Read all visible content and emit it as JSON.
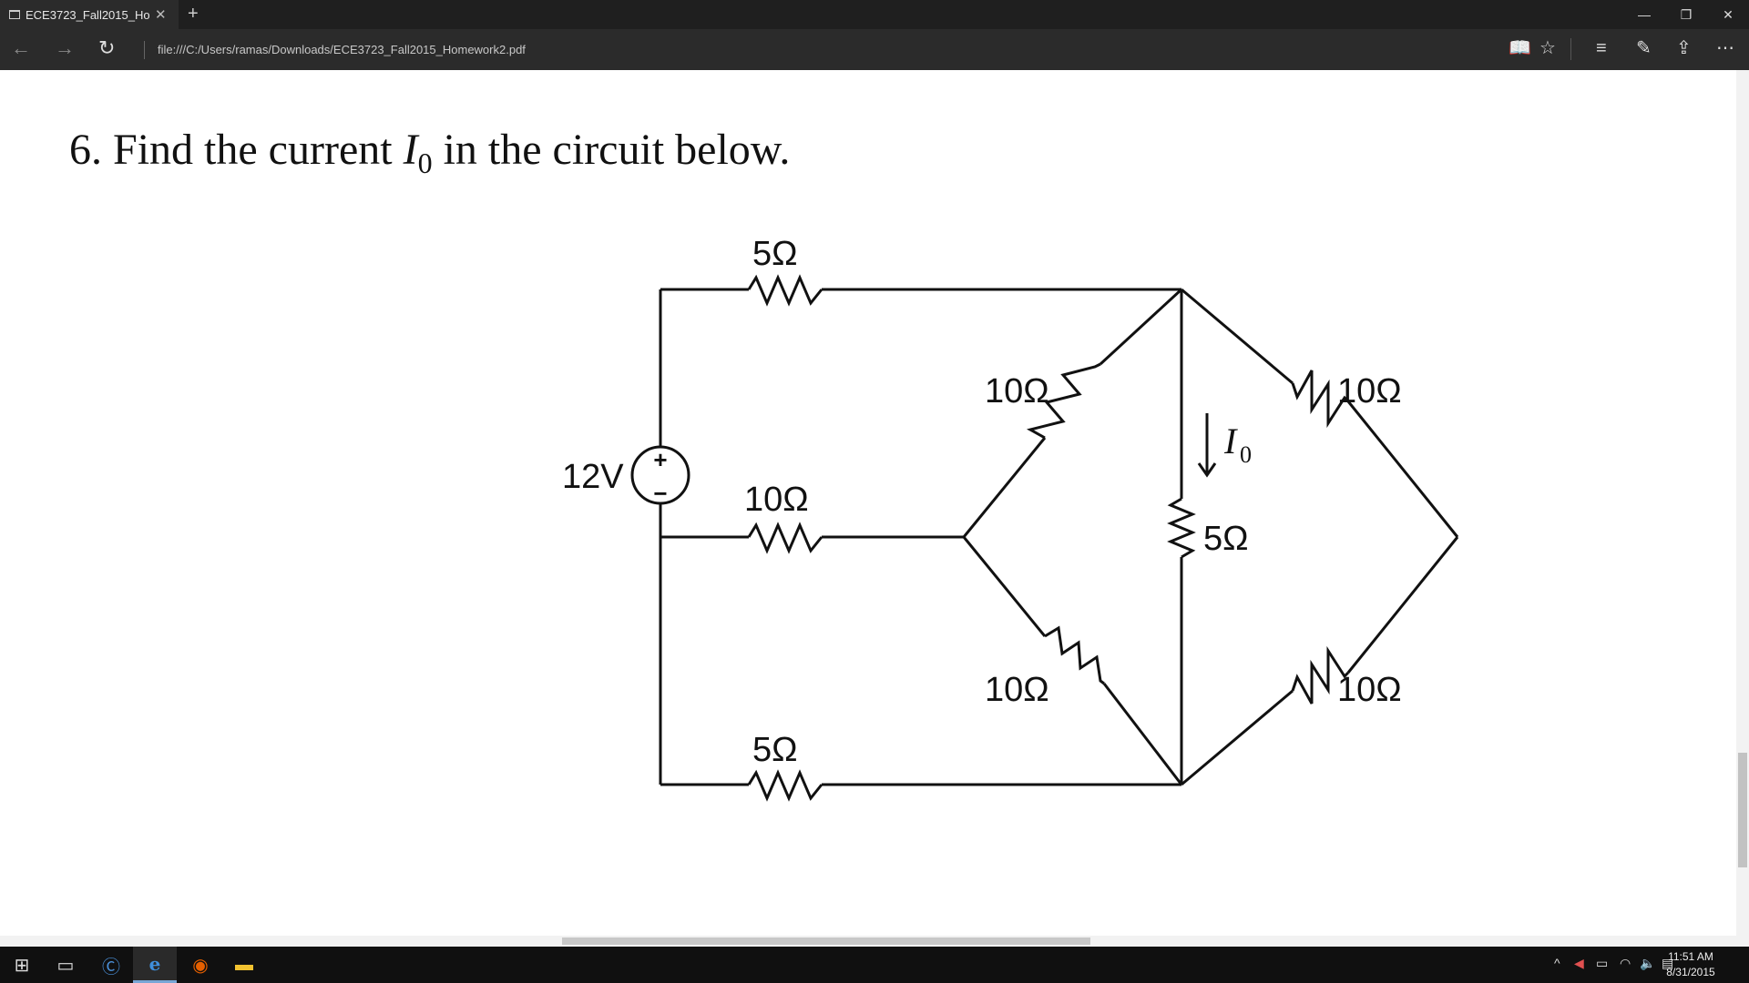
{
  "browser": {
    "tab_title": "ECE3723_Fall2015_Home",
    "new_tab": "+",
    "url": "file:///C:/Users/ramas/Downloads/ECE3723_Fall2015_Homework2.pdf"
  },
  "document": {
    "question_prefix": "6.  Find the current ",
    "question_var": "I",
    "question_sub": "0",
    "question_suffix": " in the circuit below.",
    "circuit": {
      "source": "12V",
      "source_plus": "+",
      "source_minus": "−",
      "r_top": "5Ω",
      "r_mid": "10Ω",
      "r_bottom": "5Ω",
      "r_upper_left": "10Ω",
      "r_lower_left": "10Ω",
      "r_upper_right": "10Ω",
      "r_lower_right": "10Ω",
      "r_center": "5Ω",
      "current_var": "I",
      "current_sub": "0"
    }
  },
  "taskbar": {
    "clock_time": "11:51 AM",
    "clock_date": "8/31/2015"
  }
}
